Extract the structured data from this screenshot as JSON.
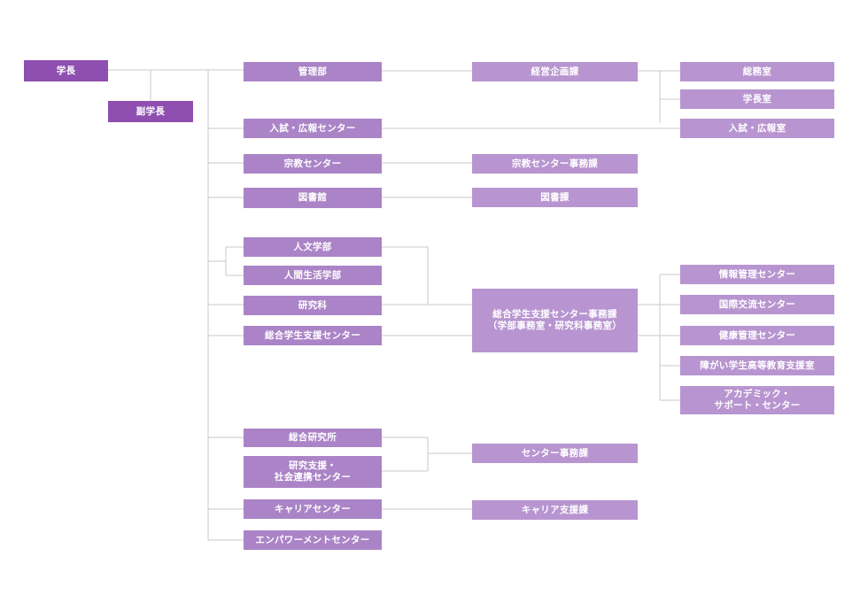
{
  "colors": {
    "top": "#8e4fb0",
    "mid": "#ab84c7",
    "light": "#b895d0",
    "line": "#c8c8c8"
  },
  "org": {
    "president": "学長",
    "vice_president": "副学長",
    "departments": {
      "management": "管理部",
      "admissions": "入試・広報センター",
      "religion": "宗教センター",
      "library": "図書館",
      "humanities": "人文学部",
      "human_life": "人間生活学部",
      "graduate": "研究科",
      "student_support": "総合学生支援センター",
      "research_institute": "総合研究所",
      "research_support": "研究支援・\n社会連携センター",
      "career": "キャリアセンター",
      "empowerment": "エンパワーメントセンター"
    },
    "sections": {
      "planning": "経営企画課",
      "religion_office": "宗教センター事務課",
      "library_section": "図書課",
      "student_support_office": "総合学生支援センター事務課\n（学部事務室・研究科事務室）",
      "center_office": "センター事務課",
      "career_support": "キャリア支援課"
    },
    "offices": {
      "general_affairs": "総務室",
      "president_office": "学長室",
      "admissions_office": "入試・広報室",
      "it_management": "情報管理センター",
      "international": "国際交流センター",
      "health": "健康管理センター",
      "disability": "障がい学生高等教育支援室",
      "academic_support": "アカデミック・\nサポート・センター"
    }
  }
}
